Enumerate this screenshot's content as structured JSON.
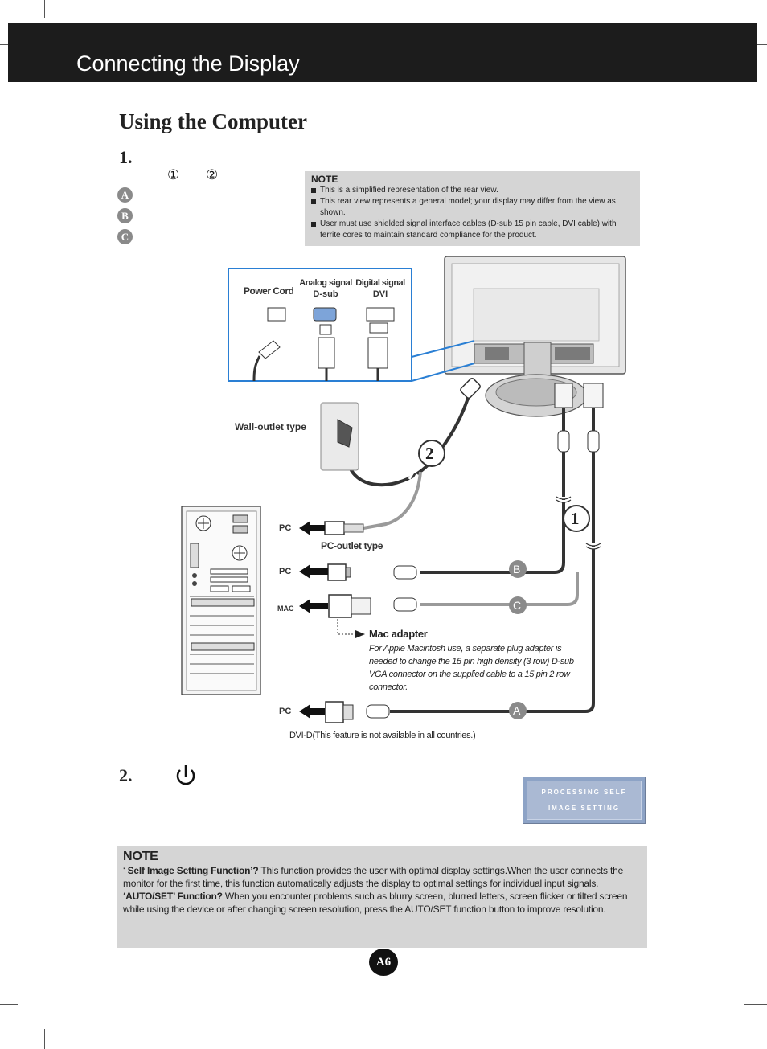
{
  "header": {
    "title": "Connecting the Display"
  },
  "section": {
    "title": "Using the Computer"
  },
  "steps": {
    "step1_number": "1.",
    "step1_circled_1": "①",
    "step1_circled_2": "②",
    "badges": [
      "A",
      "B",
      "C"
    ],
    "step2_number": "2."
  },
  "note_top": {
    "title": "NOTE",
    "items": [
      "This is a simplified representation of the rear view.",
      "This rear view represents a general model; your display may differ from the view as shown.",
      "User must use shielded signal interface cables (D-sub 15 pin cable, DVI cable) with ferrite cores to maintain standard compliance for the product."
    ]
  },
  "diagram": {
    "power_cord": "Power Cord",
    "analog_line1": "Analog signal",
    "analog_line2": "D-sub",
    "digital_line1": "Digital signal",
    "digital_line2": "DVI",
    "wall_outlet": "Wall-outlet type",
    "pc_outlet": "PC-outlet type",
    "pc_label": "PC",
    "mac_label": "MAC",
    "callout_1": "1",
    "callout_2": "2",
    "callout_a": "A",
    "callout_b": "B",
    "callout_c": "C",
    "mac_adapter_title": "Mac adapter",
    "mac_adapter_desc": "For Apple Macintosh use, a  separate plug adapter is needed to change the 15 pin high density (3 row) D-sub VGA connector on the supplied cable to a 15 pin 2 row connector.",
    "dvi_note": "DVI-D(This feature is not available in all countries.)"
  },
  "osd": {
    "line1": "PROCESSING SELF",
    "line2": "IMAGE SETTING"
  },
  "note_bottom": {
    "title": "NOTE",
    "q1_open": "‘ ",
    "q1_label": "Self Image Setting Function’?",
    "q1_text": " This function provides the user with optimal display settings.When the user connects the monitor for the first time, this function automatically adjusts the display to optimal settings for individual input signals.",
    "q2_label": "‘AUTO/SET’ Function?",
    "q2_text": " When you encounter problems such as blurry screen, blurred letters, screen flicker or tilted screen while using the device or after changing screen resolution, press the AUTO/SET function button to improve resolution."
  },
  "page": {
    "number": "A6"
  },
  "colors": {
    "header_bg": "#1c1c1c",
    "note_bg": "#d5d5d5",
    "callout_gray": "#8a8a8a",
    "osd_blue": "#8da3c6",
    "frame_blue": "#2a7fd4"
  }
}
